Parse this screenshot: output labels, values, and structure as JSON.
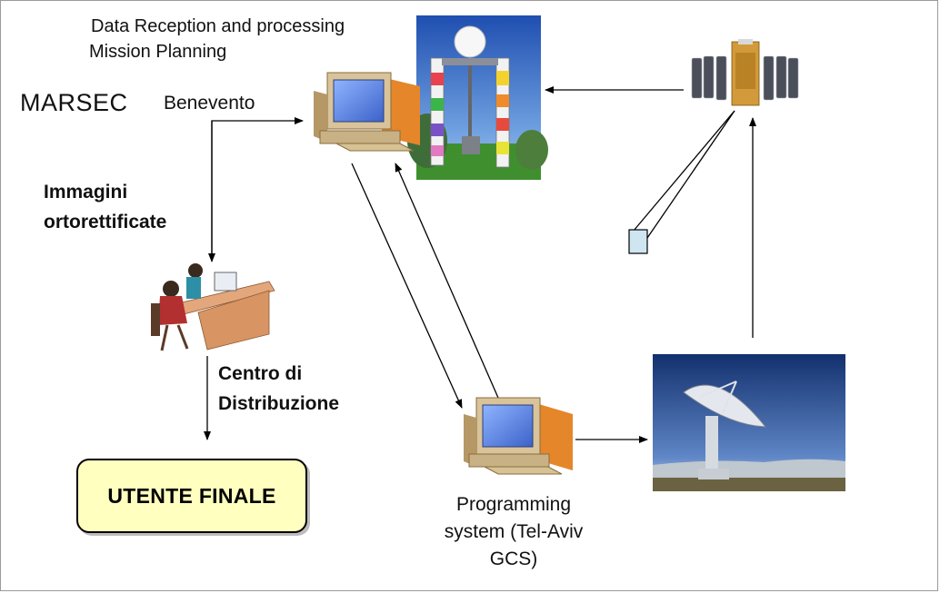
{
  "texts": {
    "data_reception": "Data Reception and processing",
    "mission_planning": "Mission Planning",
    "marsec": "MARSEC",
    "benevento": "Benevento",
    "immagini_1": "Immagini",
    "immagini_2": "ortorettificate",
    "centro_1": "Centro di",
    "centro_2": "Distribuzione",
    "utente_finale": "UTENTE FINALE",
    "programming": "Programming system (Tel-Aviv GCS)"
  }
}
